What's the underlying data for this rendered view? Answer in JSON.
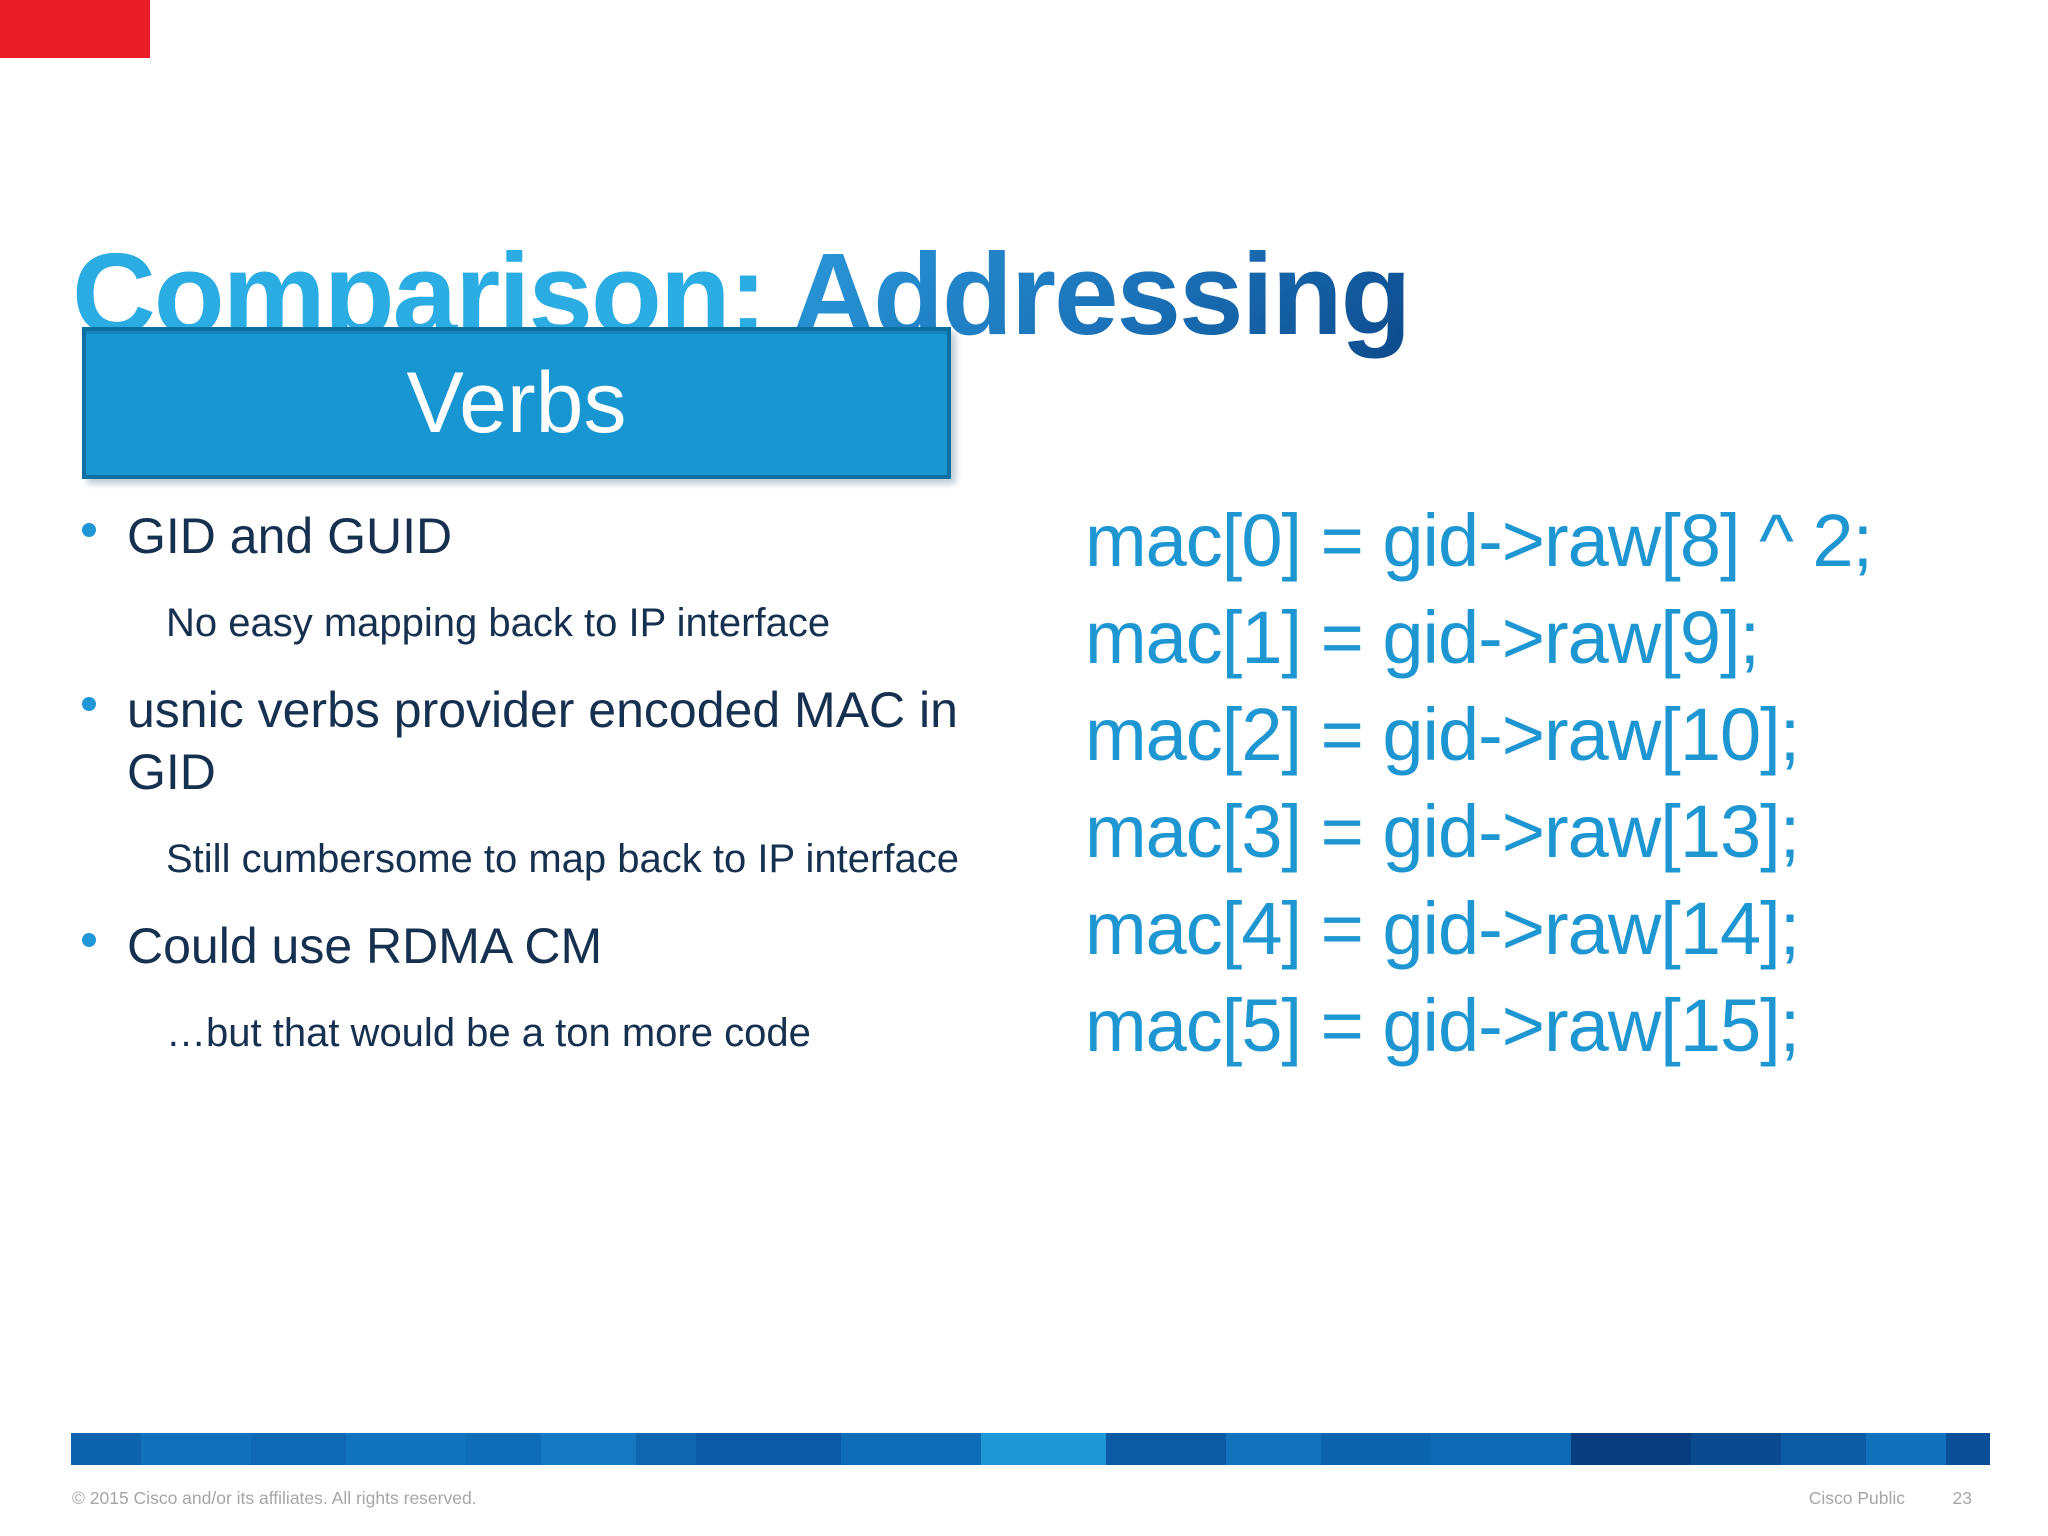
{
  "slide": {
    "marker_color": "#EA1C25",
    "title": {
      "part1": "Comparison:",
      "part2": "Addressing"
    },
    "verbs_label": "Verbs",
    "bullets": [
      {
        "text": "GID and GUID",
        "subs": [
          "No easy mapping back to IP interface"
        ]
      },
      {
        "text": "usnic verbs provider encoded MAC in GID",
        "subs": [
          "Still cumbersome to map back to IP interface"
        ]
      },
      {
        "text": "Could use RDMA CM",
        "subs": [
          "…but that would be a ton more code"
        ]
      }
    ],
    "code_lines": [
      "mac[0] = gid->raw[8] ^ 2;",
      "mac[1] = gid->raw[9];",
      "mac[2] = gid->raw[10];",
      "mac[3] = gid->raw[13];",
      "mac[4] = gid->raw[14];",
      "mac[5] = gid->raw[15];"
    ],
    "footer": {
      "copyright": "© 2015 Cisco and/or its affiliates. All rights reserved.",
      "classification": "Cisco Public",
      "page_number": "23"
    },
    "colors": {
      "title_light": "#2BACE2",
      "title_dark_start": "#2A9ADA",
      "title_dark_end": "#0D4A8C",
      "body_text": "#163050",
      "code_blue": "#1E96D2",
      "verbs_fill": "#1896D1",
      "verbs_border": "#0C6FA2",
      "bullet_dot": "#1F97D6",
      "footer_gray": "#A6A6A6"
    },
    "bottom_bar_segments": [
      {
        "w": 70,
        "c": "#0D63AE"
      },
      {
        "w": 110,
        "c": "#1170BB"
      },
      {
        "w": 95,
        "c": "#0E68B3"
      },
      {
        "w": 120,
        "c": "#1173BE"
      },
      {
        "w": 75,
        "c": "#0F6CB7"
      },
      {
        "w": 95,
        "c": "#1478C3"
      },
      {
        "w": 60,
        "c": "#0E66B0"
      },
      {
        "w": 145,
        "c": "#0B5AA6"
      },
      {
        "w": 140,
        "c": "#0F6CB6"
      },
      {
        "w": 125,
        "c": "#1F97D5"
      },
      {
        "w": 120,
        "c": "#0C59A4"
      },
      {
        "w": 95,
        "c": "#1372BD"
      },
      {
        "w": 110,
        "c": "#0D64AE"
      },
      {
        "w": 140,
        "c": "#1069B4"
      },
      {
        "w": 120,
        "c": "#083E80"
      },
      {
        "w": 90,
        "c": "#0A4A8F"
      },
      {
        "w": 85,
        "c": "#0D5AA5"
      },
      {
        "w": 80,
        "c": "#1271BC"
      },
      {
        "w": 44,
        "c": "#0A4F98"
      }
    ]
  }
}
